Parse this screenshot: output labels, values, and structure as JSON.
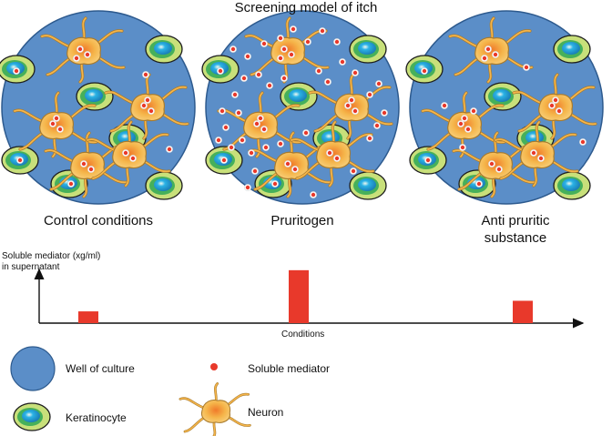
{
  "title": "Screening model of itch",
  "conditions": [
    {
      "label_lines": [
        "Control conditions"
      ]
    },
    {
      "label_lines": [
        "Pruritogen"
      ]
    },
    {
      "label_lines": [
        "Anti pruritic",
        "substance"
      ]
    }
  ],
  "chart": {
    "ylabel_lines": [
      "Soluble mediator (xg/ml)",
      "in supernatant"
    ],
    "xlabel": "Conditions"
  },
  "chart_data": {
    "type": "bar",
    "categories": [
      "Control conditions",
      "Pruritogen",
      "Anti pruritic substance"
    ],
    "values": [
      1,
      4.5,
      1.9
    ],
    "xlabel": "Conditions",
    "ylabel": "Soluble mediator (xg/ml) in supernatant",
    "ylim": [
      0,
      6.5
    ],
    "grid": false,
    "bar_color": "#e8392b"
  },
  "legend": {
    "well": "Well of culture",
    "mediator": "Soluble mediator",
    "keratinocyte": "Keratinocyte",
    "neuron": "Neuron"
  },
  "colors": {
    "well_fill": "#5b8ec8",
    "well_stroke": "#2d5a8e",
    "keratinocyte_outer": "#c8e07a",
    "keratinocyte_ring": "#3aa54a",
    "keratinocyte_nucleus": "#2bb3e6",
    "neuron_fill": "#f5b54a",
    "neuron_stroke": "#a87a2c",
    "mediator": "#e8392b"
  }
}
